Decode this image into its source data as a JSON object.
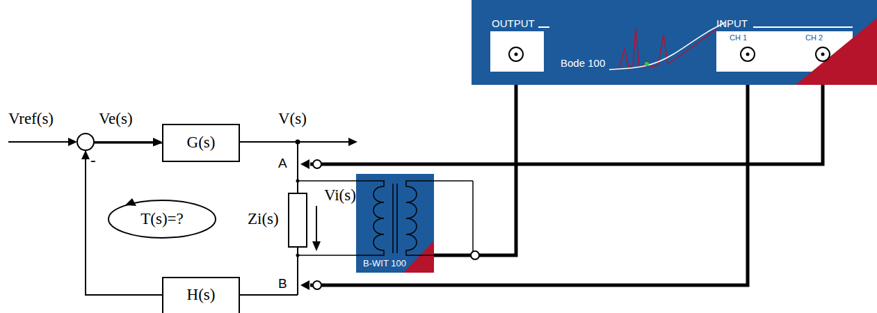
{
  "diagram": {
    "nodes": [
      {
        "text": [
          "OUTPUT",
          "Bode 100",
          "INPUT",
          "CH 1",
          "CH 2"
        ]
      },
      {
        "text": [
          "G(s)"
        ]
      },
      {
        "text": [
          "H(s)"
        ]
      },
      {
        "text": [
          "B-WIT 100"
        ]
      }
    ],
    "edges": [
      {
        "from": 0,
        "to": 3,
        "arrow": "none"
      },
      {
        "from": 2,
        "to": 1,
        "arrow": "to"
      }
    ],
    "labels": [
      "Vref(s)",
      "Ve(s)",
      "V(s)",
      "-",
      "A",
      "B",
      "Zi(s)",
      "Vi(s)",
      "T(s)=?"
    ]
  }
}
